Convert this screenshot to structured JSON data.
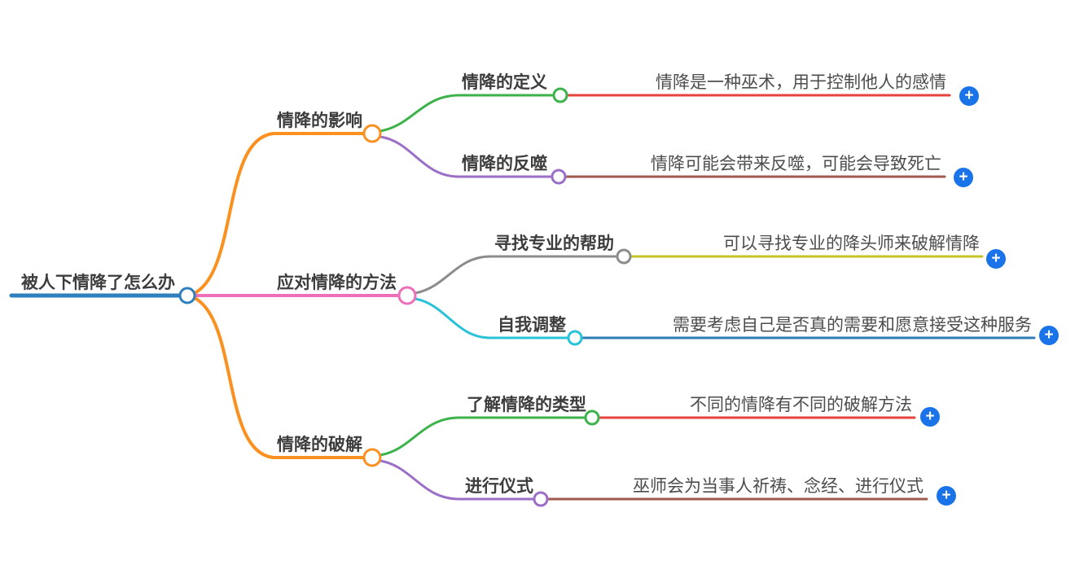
{
  "icons": {
    "plus": "+"
  },
  "palette": {
    "root_blue": "#2e7fbe",
    "orange": "#f9901f",
    "pink": "#ee6eba",
    "green": "#3cb34a",
    "purple": "#9b6ec8",
    "red": "#e8423f",
    "brown": "#a05a4e",
    "gray": "#8c8c8c",
    "olive": "#c4c428",
    "cyan": "#29c2d8",
    "blue": "#2d7cb5",
    "add_button": "#1a73e8",
    "label_text": "#3d3d3d",
    "note_text": "#4d4d4d",
    "circle_fill": "#ffffff"
  },
  "root": {
    "label": "被人下情降了怎么办"
  },
  "branches": [
    {
      "label": "情降的影响",
      "color": "#f9901f",
      "children": [
        {
          "label": "情降的定义",
          "color": "#3cb34a",
          "note": "情降是一种巫术，用于控制他人的感情",
          "note_color": "#e8423f"
        },
        {
          "label": "情降的反噬",
          "color": "#9b6ec8",
          "note": "情降可能会带来反噬，可能会导致死亡",
          "note_color": "#a05a4e"
        }
      ]
    },
    {
      "label": "应对情降的方法",
      "color": "#ee6eba",
      "children": [
        {
          "label": "寻找专业的帮助",
          "color": "#8c8c8c",
          "note": "可以寻找专业的降头师来破解情降",
          "note_color": "#c4c428"
        },
        {
          "label": "自我调整",
          "color": "#29c2d8",
          "note": "需要考虑自己是否真的需要和愿意接受这种服务",
          "note_color": "#2d7cb5"
        }
      ]
    },
    {
      "label": "情降的破解",
      "color": "#f9901f",
      "children": [
        {
          "label": "了解情降的类型",
          "color": "#3cb34a",
          "note": "不同的情降有不同的破解方法",
          "note_color": "#e8423f"
        },
        {
          "label": "进行仪式",
          "color": "#9b6ec8",
          "note": "巫师会为当事人祈祷、念经、进行仪式",
          "note_color": "#a05a4e"
        }
      ]
    }
  ]
}
